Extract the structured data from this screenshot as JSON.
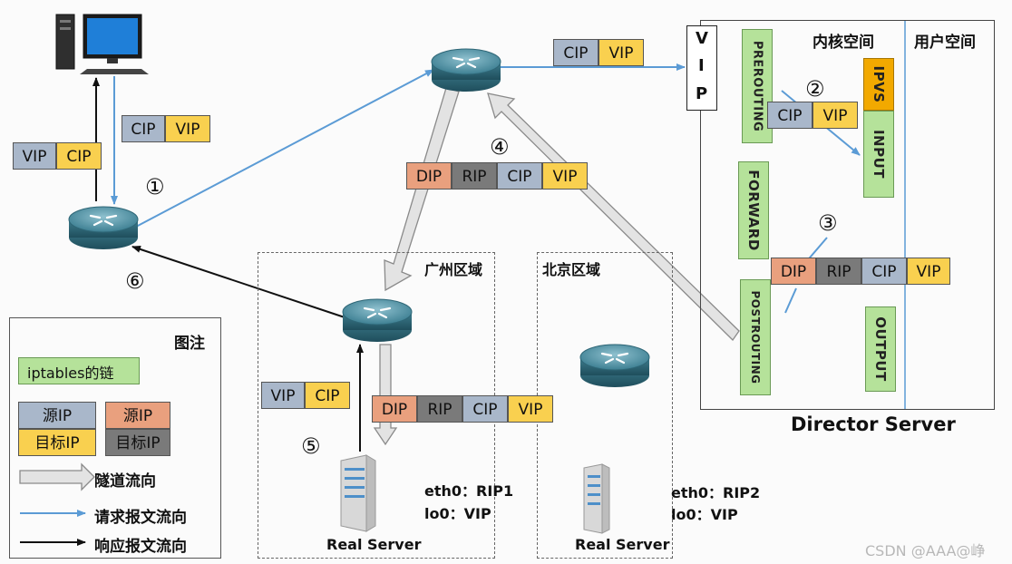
{
  "regions": {
    "guangzhou": "广州区域",
    "beijing": "北京区域"
  },
  "director": {
    "title": "Director Server",
    "kernel_space": "内核空间",
    "user_space": "用户空间",
    "vip_letters": [
      "V",
      "I",
      "P"
    ],
    "chains": {
      "prerouting": "PREROUTING",
      "input": "INPUT",
      "ipvs": "IPVS",
      "forward": "FORWARD",
      "postrouting": "POSTROUTING",
      "output": "OUTPUT"
    }
  },
  "packets": {
    "cip": "CIP",
    "vip": "VIP",
    "dip": "DIP",
    "rip": "RIP"
  },
  "steps": [
    "①",
    "②",
    "③",
    "④",
    "⑤",
    "⑥"
  ],
  "servers": {
    "rs1": {
      "label": "Real Server",
      "eth0": "eth0：RIP1",
      "lo0": "lo0：VIP"
    },
    "rs2": {
      "label": "Real Server",
      "eth0": "eth0：RIP2",
      "lo0": "lo0：VIP"
    }
  },
  "legend": {
    "title": "图注",
    "chain": "iptables的链",
    "src_ip": "源IP",
    "dst_ip": "目标IP",
    "tunnel": "隧道流向",
    "request": "请求报文流向",
    "response": "响应报文流向"
  },
  "colors": {
    "cip": "#a9b7ca",
    "vip": "#f9d04f",
    "dip": "#e9a07e",
    "rip": "#7a7a7a",
    "chain": "#b5e29a",
    "ipvs": "#f2a900",
    "request": "#5b9bd5",
    "response": "#111111",
    "tunnel": "#dcdcdc"
  },
  "watermark": "CSDN @AAA@峥"
}
